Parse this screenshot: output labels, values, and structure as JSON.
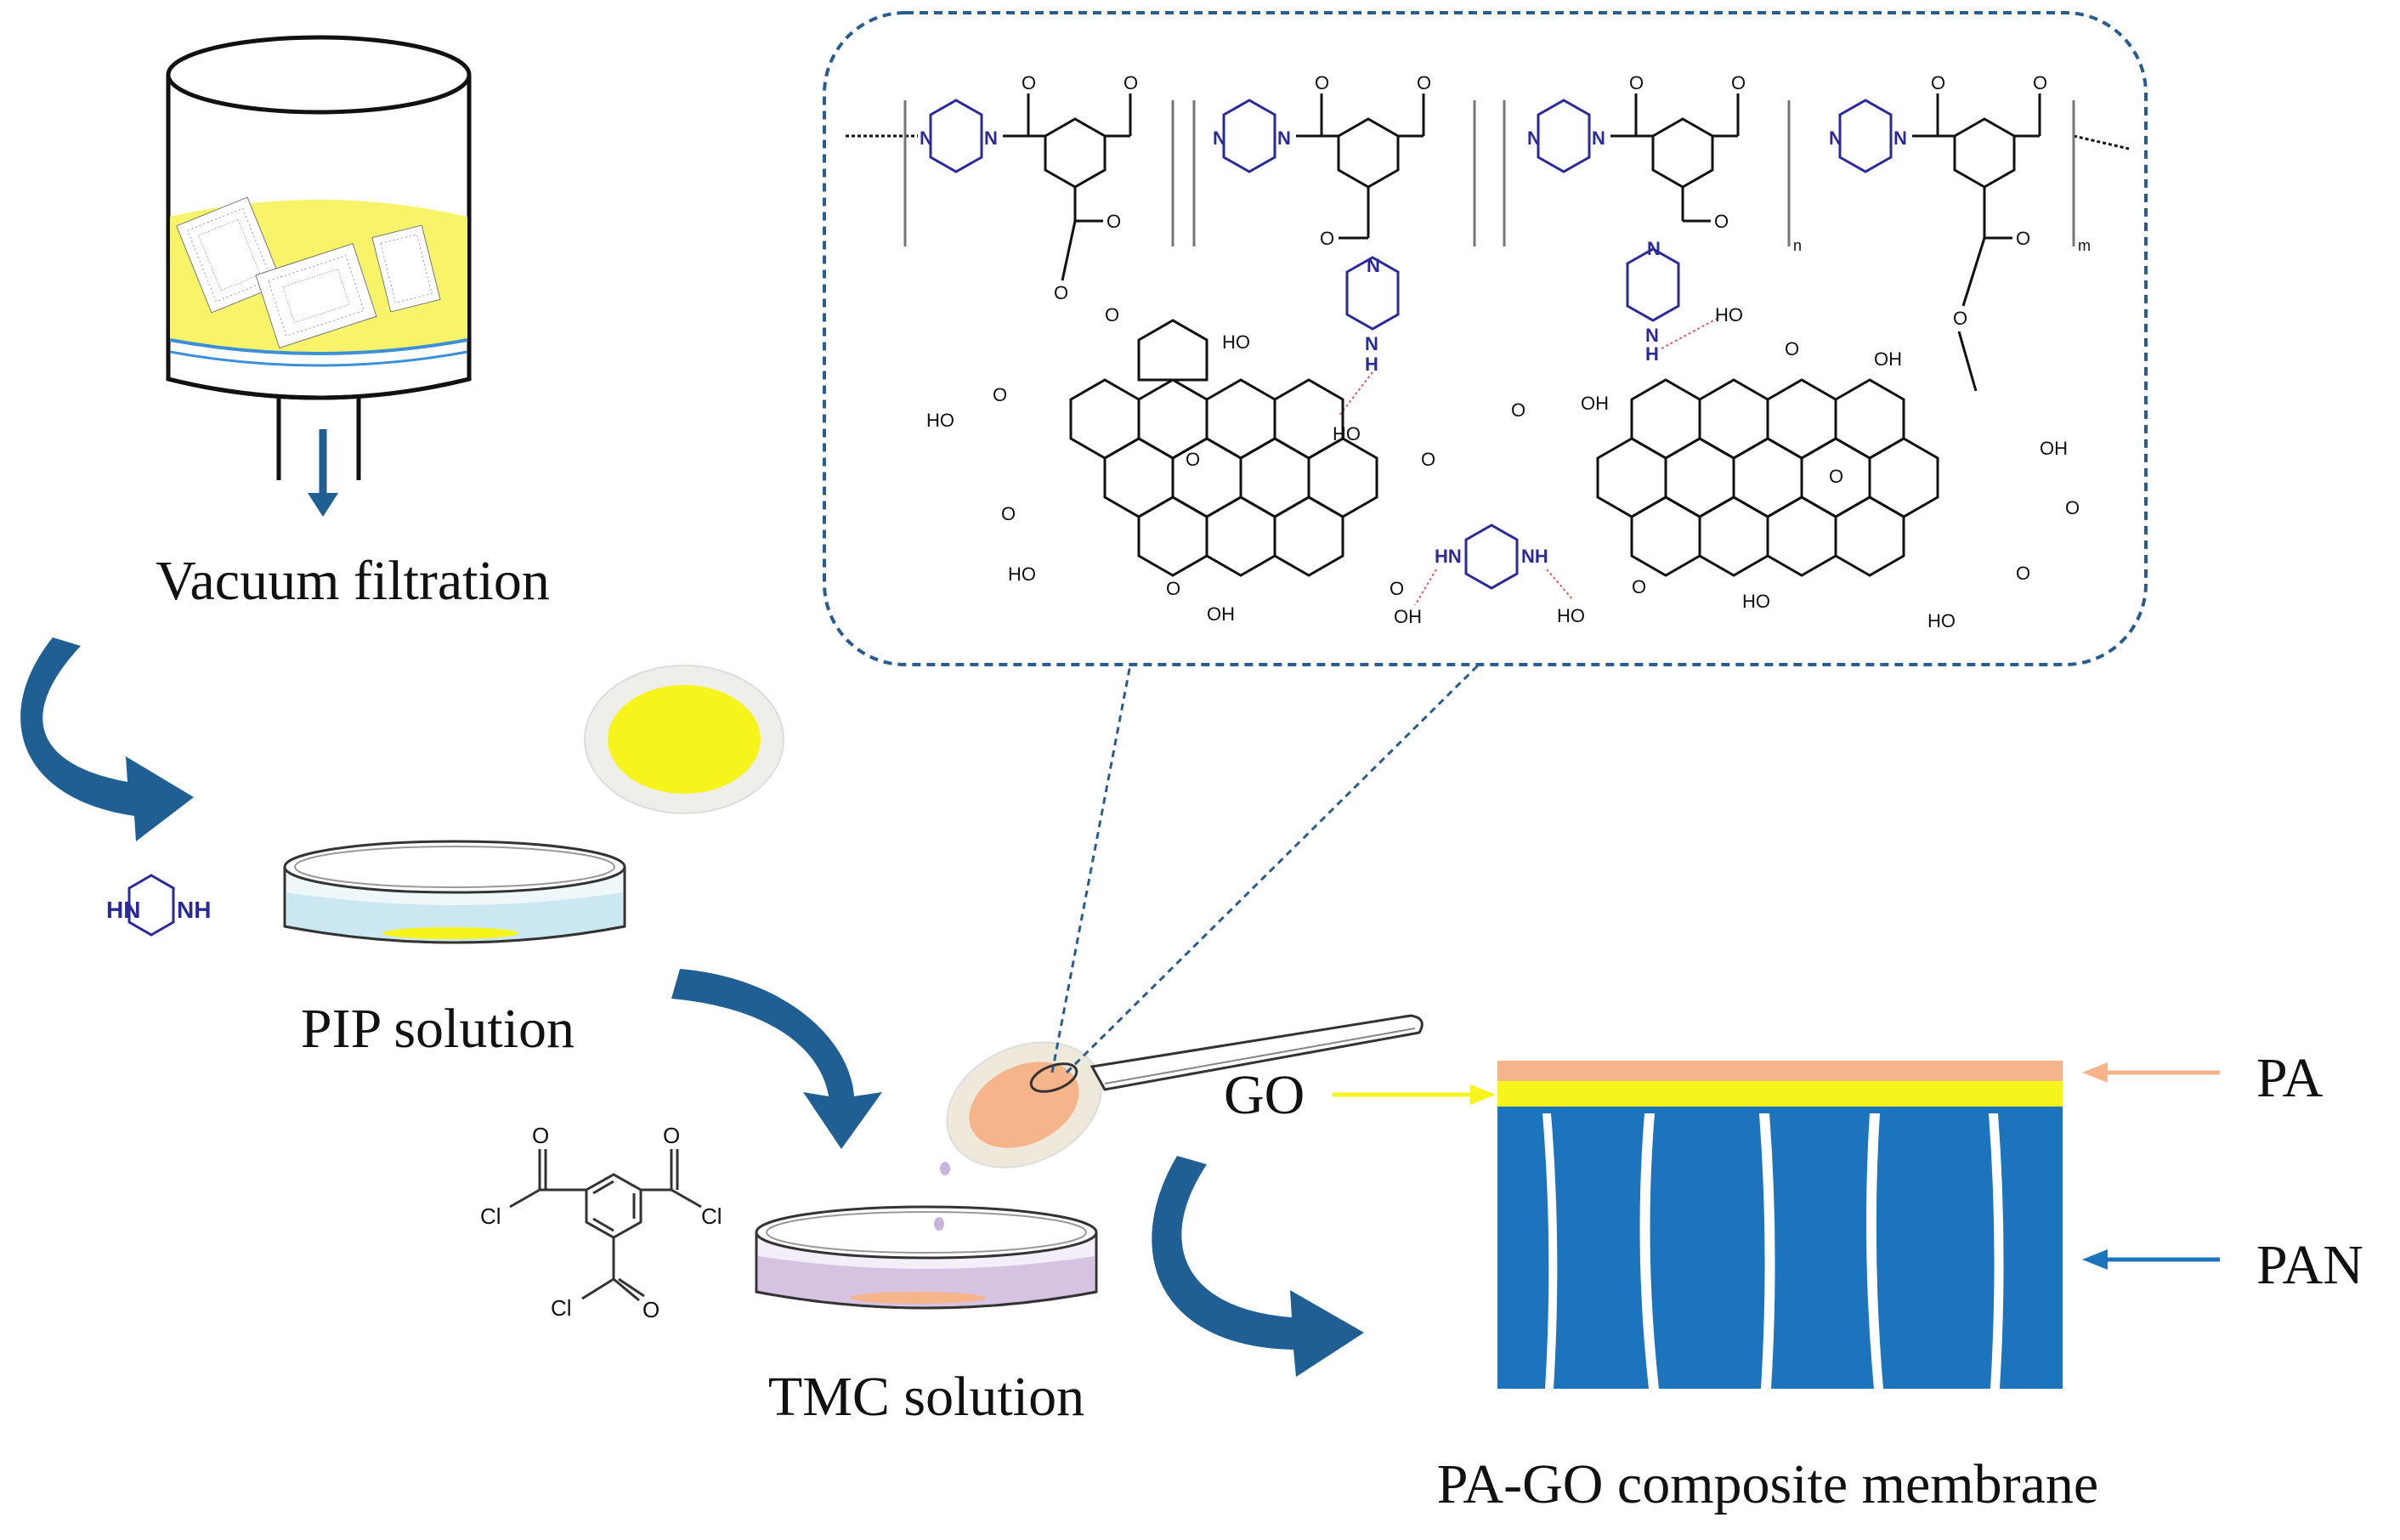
{
  "labels": {
    "vacuum_filtration": "Vacuum filtration",
    "pip_solution": "PIP solution",
    "tmc_solution": "TMC solution",
    "go": "GO",
    "pa": "PA",
    "pan": "PAN",
    "composite_membrane": "PA-GO composite membrane"
  },
  "chem": {
    "hn": "HN",
    "nh": "NH",
    "n": "N",
    "h": "H",
    "o": "O",
    "cl": "Cl",
    "ho": "HO",
    "oh": "OH",
    "sub_n": "n",
    "sub_m": "m"
  },
  "colors": {
    "arrow_blue": "#1f5f94",
    "membrane_blue": "#1c74bc",
    "go_yellow": "#f7f31c",
    "pa_peach": "#f6b48a",
    "filter_yellow": "#f8f46a",
    "pip_liquid": "#cbe8f2",
    "tmc_liquid": "#d6c3e2",
    "pip_blue": "#2a2a9a",
    "hbond_red": "#e06060",
    "zoom_dash": "#2a5d8f"
  }
}
